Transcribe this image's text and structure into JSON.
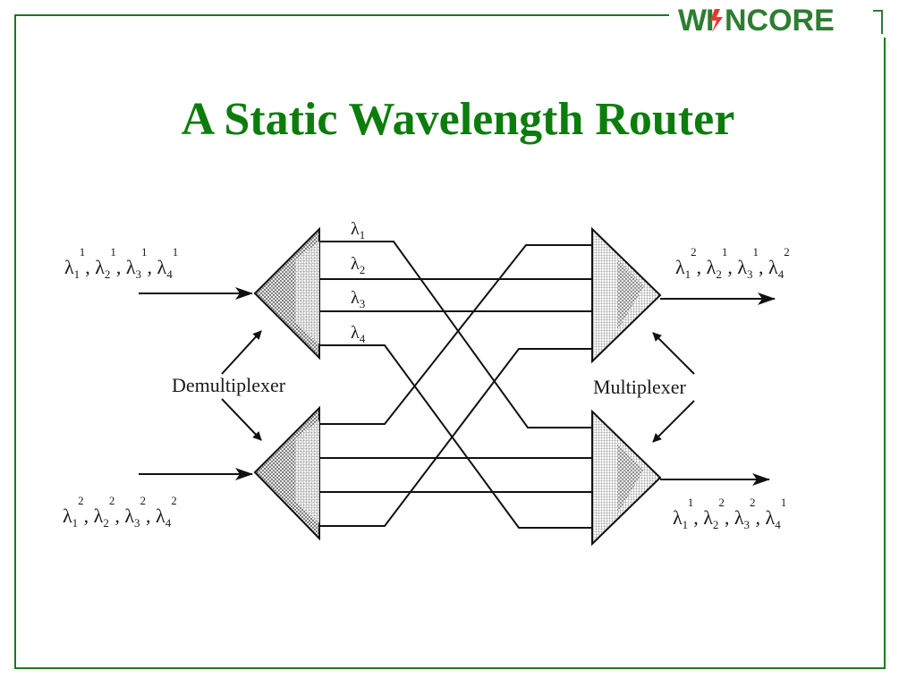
{
  "logo": {
    "text": "WINCORE",
    "color": "#2e7d32",
    "accent": "#e53935"
  },
  "title": "A Static Wavelength Router",
  "colors": {
    "title": "#0c7d0c",
    "frame": "#1a7a1a",
    "ink": "#111111"
  },
  "symbol": "λ",
  "labels": {
    "demux": "Demultiplexer",
    "mux": "Multiplexer",
    "wavelengths": [
      {
        "sub": "1"
      },
      {
        "sub": "2"
      },
      {
        "sub": "3"
      },
      {
        "sub": "4"
      }
    ]
  },
  "ports": {
    "in_top": [
      {
        "sub": "1",
        "sup": "1"
      },
      {
        "sub": "2",
        "sup": "1"
      },
      {
        "sub": "3",
        "sup": "1"
      },
      {
        "sub": "4",
        "sup": "1"
      }
    ],
    "in_bottom": [
      {
        "sub": "1",
        "sup": "2"
      },
      {
        "sub": "2",
        "sup": "2"
      },
      {
        "sub": "3",
        "sup": "2"
      },
      {
        "sub": "4",
        "sup": "2"
      }
    ],
    "out_top": [
      {
        "sub": "1",
        "sup": "2"
      },
      {
        "sub": "2",
        "sup": "1"
      },
      {
        "sub": "3",
        "sup": "1"
      },
      {
        "sub": "4",
        "sup": "2"
      }
    ],
    "out_bottom": [
      {
        "sub": "1",
        "sup": "1"
      },
      {
        "sub": "2",
        "sup": "2"
      },
      {
        "sub": "3",
        "sup": "2"
      },
      {
        "sub": "4",
        "sup": "1"
      }
    ]
  },
  "sep": ","
}
